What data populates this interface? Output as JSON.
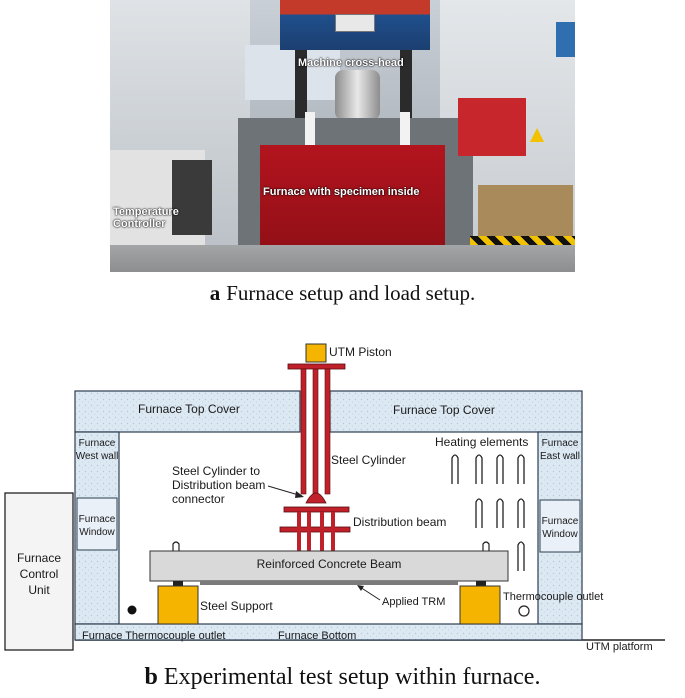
{
  "photo": {
    "labels": {
      "crosshead": "Machine cross-head",
      "furnace": "Furnace with specimen inside",
      "controller": "Temperature\nController"
    }
  },
  "captions": {
    "a_letter": "a",
    "a_text": "Furnace setup and load setup.",
    "b_letter": "b",
    "b_text": "Experimental test setup within furnace."
  },
  "diagram": {
    "labels": {
      "utm_piston": "UTM Piston",
      "top_cover_left": "Furnace Top Cover",
      "top_cover_right": "Furnace Top Cover",
      "west_wall": "Furnace\nWest wall",
      "east_wall": "Furnace\nEast wall",
      "window_left": "Furnace\nWindow",
      "window_right": "Furnace\nWindow",
      "control_unit": "Furnace\nControl\nUnit",
      "steel_cylinder": "Steel Cylinder",
      "heating_elements": "Heating elements",
      "connector": "Steel Cylinder to\nDistribution beam\nconnector",
      "distribution_beam": "Distribution beam",
      "rc_beam": "Reinforced Concrete Beam",
      "steel_support": "Steel Support",
      "applied_trm": "Applied TRM",
      "thermocouple_outlet_right": "Thermocouple outlet",
      "thermocouple_outlet_left": "Furnace Thermocouple outlet",
      "furnace_bottom": "Furnace Bottom",
      "utm_platform": "UTM platform"
    },
    "colors": {
      "insulation": "#dce8f2",
      "insulation_border": "#2c3e50",
      "steel_frame": "#c0202a",
      "support": "#f4b400",
      "beam": "#d9d9d9"
    }
  }
}
